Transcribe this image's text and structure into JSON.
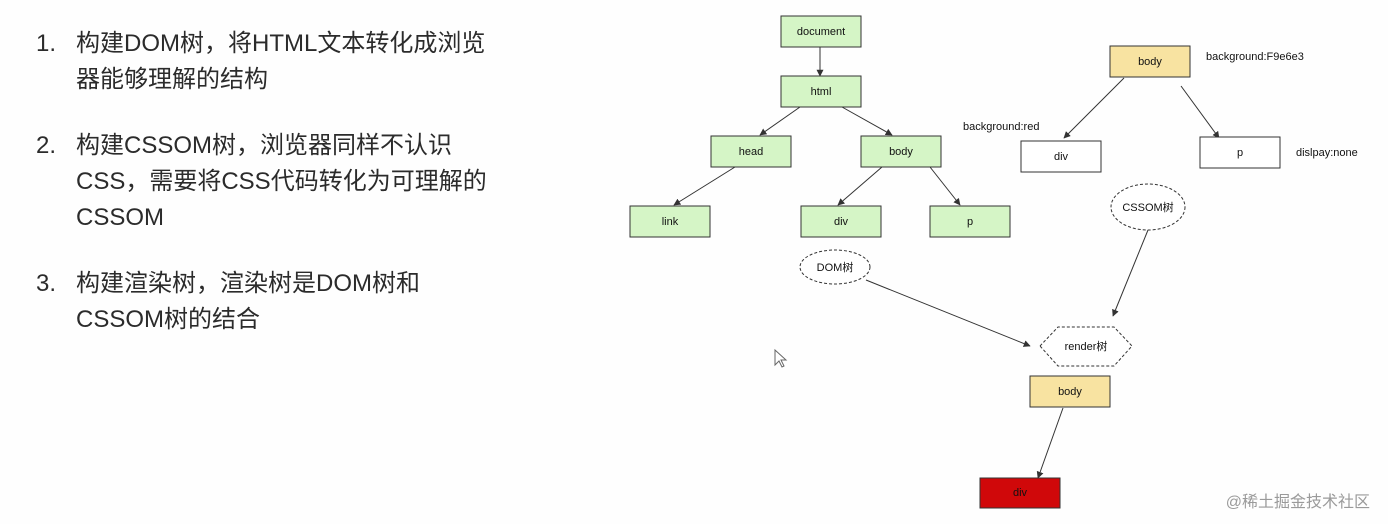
{
  "steps": [
    {
      "num": "1.",
      "text": "构建DOM树，将HTML文本转化成浏览器能够理解的结构"
    },
    {
      "num": "2.",
      "text": "构建CSSOM树，浏览器同样不认识CSS，需要将CSS代码转化为可理解的CSSOM"
    },
    {
      "num": "3.",
      "text": "构建渲染树，渲染树是DOM树和CSSOM树的结合"
    }
  ],
  "dom_tree": {
    "document": "document",
    "html": "html",
    "head": "head",
    "body": "body",
    "link": "link",
    "div": "div",
    "p": "p",
    "caption": "DOM树"
  },
  "cssom_tree": {
    "body": "body",
    "body_style": "background:F9e6e3",
    "div": "div",
    "div_style": "background:red",
    "p": "p",
    "p_style": "dislpay:none",
    "caption": "CSSOM树"
  },
  "render_tree": {
    "label": "render树",
    "body": "body",
    "div": "div"
  },
  "colors": {
    "dom_node": "#d5f5c6",
    "cssom_body": "#f8e3a1",
    "white_node": "#ffffff",
    "red_node": "#d0080a",
    "stroke": "#333333"
  },
  "watermark": "@稀土掘金技术社区"
}
